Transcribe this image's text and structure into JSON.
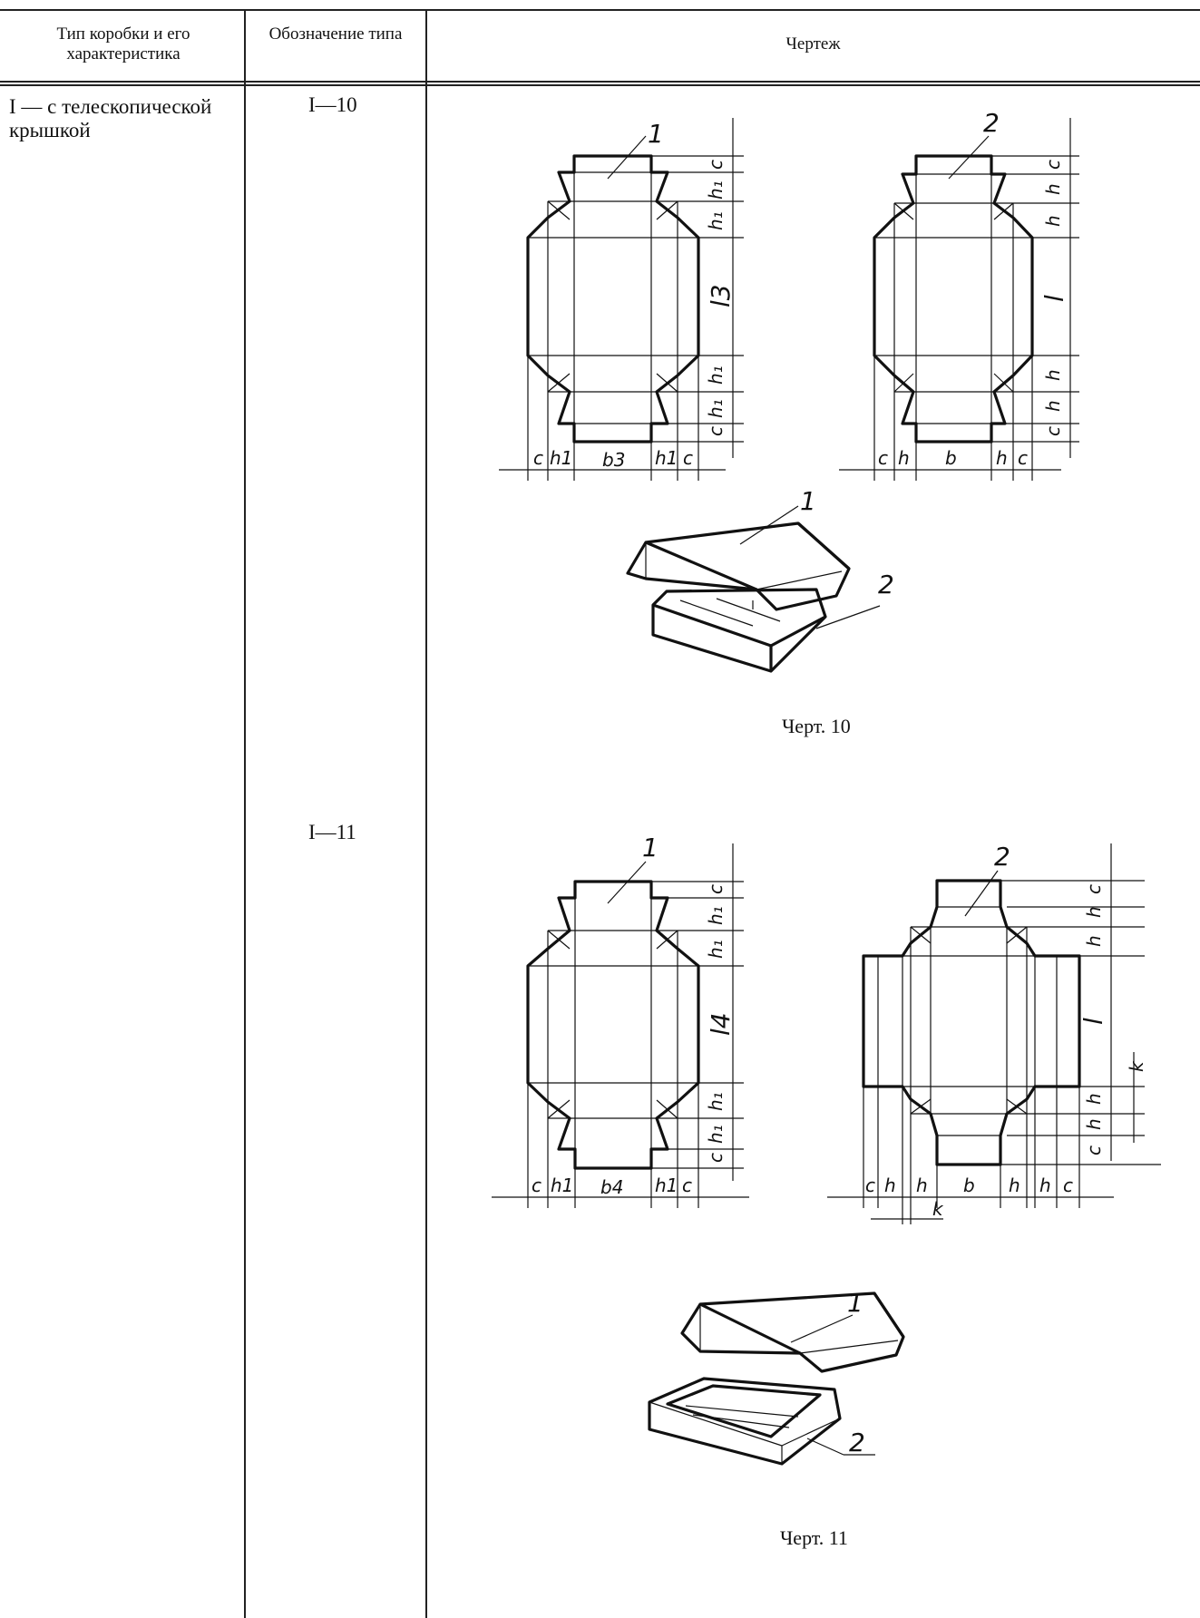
{
  "table": {
    "columns": [
      {
        "header": "Тип коробки и его характеристика"
      },
      {
        "header": "Обозначение типа"
      },
      {
        "header": "Чертеж"
      }
    ]
  },
  "row": {
    "box_type": "I — с телескопической крышкой"
  },
  "entries": [
    {
      "designation": "I—10",
      "caption": "Черт. 10",
      "callout_lid": "1",
      "callout_base": "2",
      "lid_labels": [
        "c",
        "h1",
        "b3",
        "h1",
        "c"
      ],
      "lid_length_label": "l3",
      "base_labels": [
        "c",
        "h",
        "b",
        "h",
        "c"
      ],
      "base_length_label": "l"
    },
    {
      "designation": "I—11",
      "caption": "Черт. 11",
      "callout_lid": "1",
      "callout_base": "2",
      "lid_labels": [
        "c",
        "h1",
        "b4",
        "h1",
        "c"
      ],
      "lid_length_label": "l4",
      "base_labels": [
        "c",
        "h",
        "h",
        "b",
        "h",
        "h",
        "c"
      ],
      "base_length_label": "l",
      "base_extra_label": "k"
    }
  ]
}
